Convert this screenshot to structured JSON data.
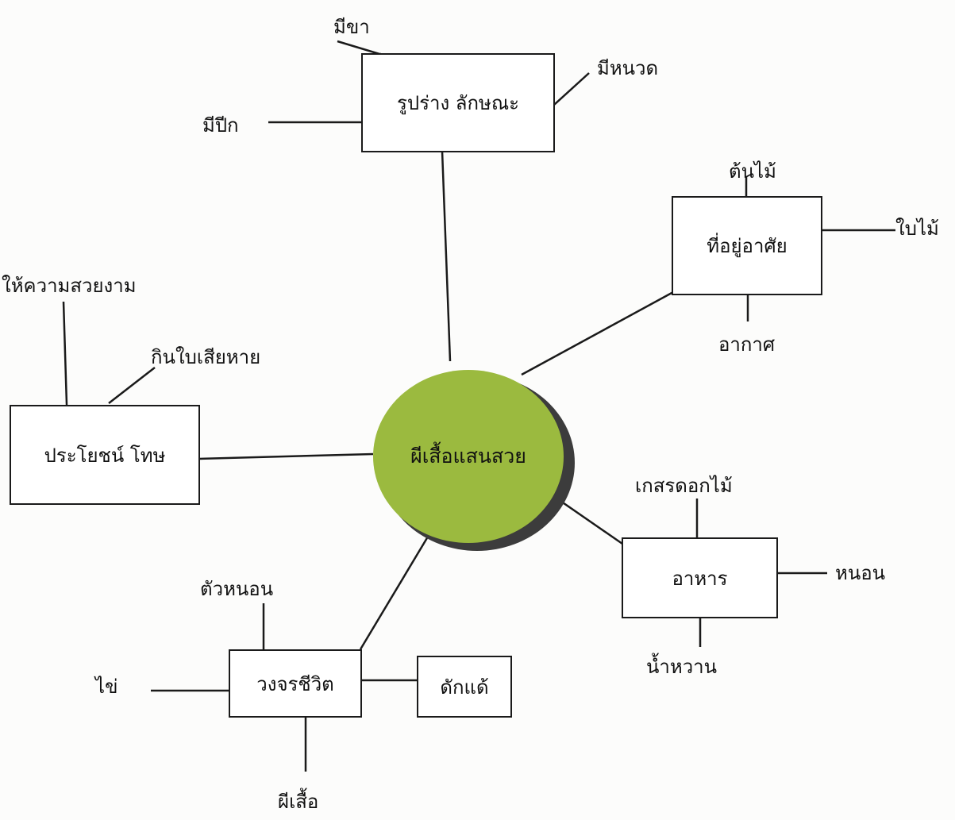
{
  "center": "ผีเสื้อแสนสวย",
  "nodes": {
    "shape": "รูปร่าง ลักษณะ",
    "habitat": "ที่อยู่อาศัย",
    "benefit": "ประโยชน์ โทษ",
    "food": "อาหาร",
    "lifecycle": "วงจรชีวิต",
    "pupa": "ดักแด้"
  },
  "leaves": {
    "legs": "มีขา",
    "antennae": "มีหนวด",
    "wings": "มีปีก",
    "tree": "ต้นไม้",
    "leaf": "ใบไม้",
    "air": "อากาศ",
    "beauty": "ให้ความสวยงาม",
    "eat_leaves": "กินใบเสียหาย",
    "pollen": "เกสรดอกไม้",
    "worm": "หนอน",
    "nectar": "น้ำหวาน",
    "larva": "ตัวหนอน",
    "egg": "ไข่",
    "butterfly": "ผีเสื้อ"
  },
  "colors": {
    "center_fill": "#9bba3f",
    "line": "#1a1a1a"
  }
}
